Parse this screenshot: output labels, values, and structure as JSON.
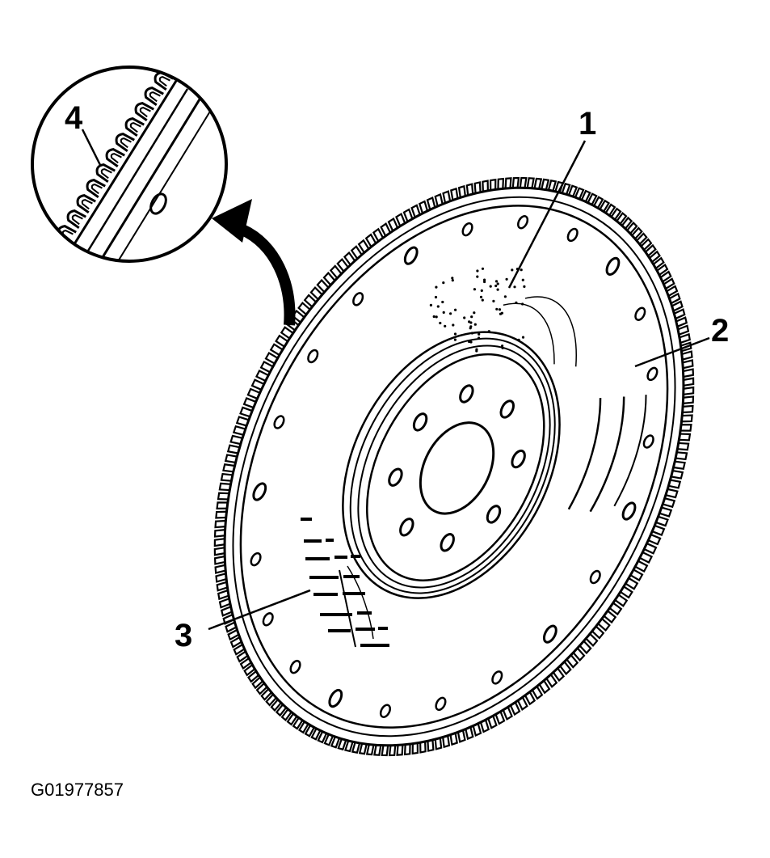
{
  "callouts": {
    "part_1": "1",
    "part_2": "2",
    "part_3": "3",
    "part_4": "4"
  },
  "figure_id": "G01977857",
  "colors": {
    "ink": "#000000",
    "paper": "#ffffff"
  }
}
